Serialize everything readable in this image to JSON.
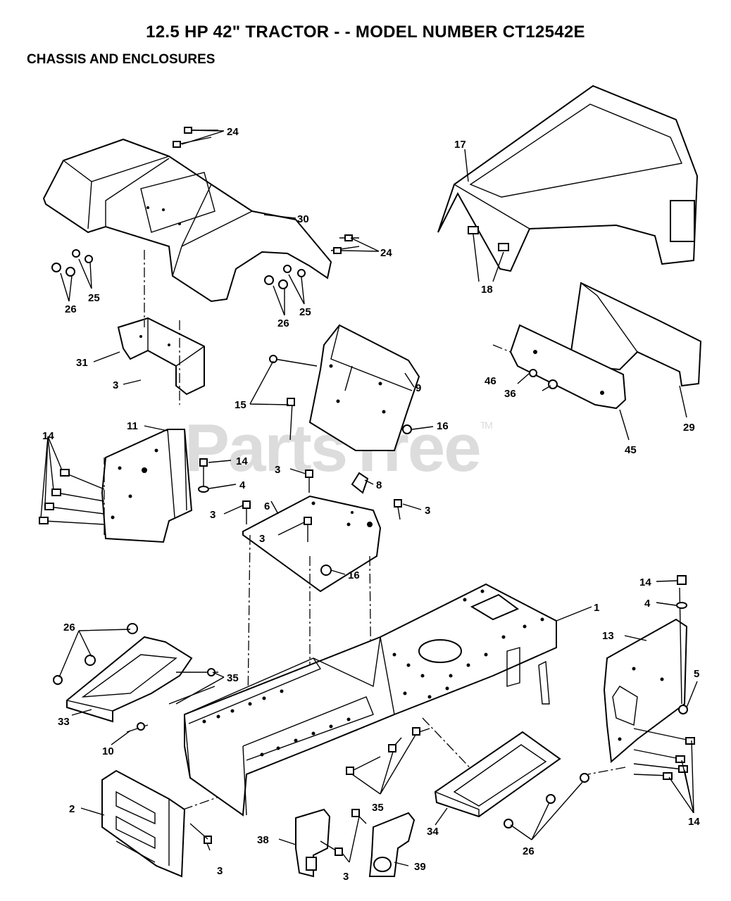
{
  "title": "12.5 HP 42\" TRACTOR - - MODEL NUMBER CT12542E",
  "subtitle": "CHASSIS AND ENCLOSURES",
  "watermark": {
    "text": "PartsTree",
    "mark": "TM"
  },
  "callouts": {
    "c1": "1",
    "c2": "2",
    "c3a": "3",
    "c3b": "3",
    "c3c": "3",
    "c3d": "3",
    "c3e": "3",
    "c3f": "3",
    "c3g": "3",
    "c4a": "4",
    "c4b": "4",
    "c5": "5",
    "c6": "6",
    "c8": "8",
    "c9": "9",
    "c10": "10",
    "c11": "11",
    "c13": "13",
    "c14a": "14",
    "c14b": "14",
    "c14c": "14",
    "c14d": "14",
    "c15": "15",
    "c16a": "16",
    "c16b": "16",
    "c17": "17",
    "c18": "18",
    "c24a": "24",
    "c24b": "24",
    "c25a": "25",
    "c25b": "25",
    "c26a": "26",
    "c26b": "26",
    "c26c": "26",
    "c26d": "26",
    "c29": "29",
    "c30": "30",
    "c31": "31",
    "c33": "33",
    "c34": "34",
    "c35a": "35",
    "c35b": "35",
    "c36": "36",
    "c38": "38",
    "c39": "39",
    "c45": "45",
    "c46": "46"
  }
}
